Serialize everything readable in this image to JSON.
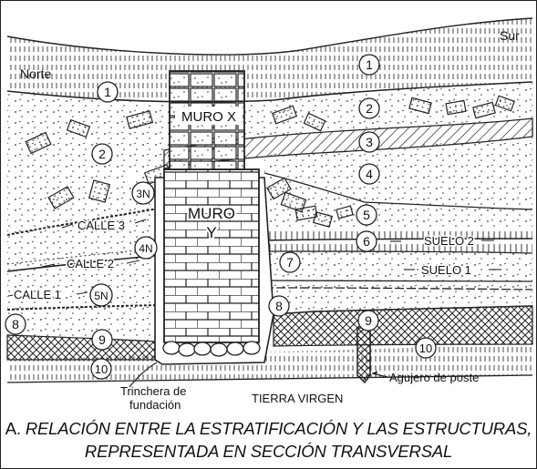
{
  "labels": {
    "north": "Norte",
    "south": "Sur",
    "wall_x": "MURO X",
    "wall_y_1": "MURO",
    "wall_y_2": "Y",
    "street_3": "CALLE 3",
    "street_2": "CALLE 2",
    "street_1": "CALLE 1",
    "floor_2": "SUELO 2",
    "floor_1": "SUELO 1",
    "trench_1": "Trinchera de",
    "trench_2": "fundación",
    "virgin_soil": "TIERRA VIRGEN",
    "posthole": "Agujero de poste"
  },
  "layer_numbers": [
    "1",
    "2",
    "3",
    "3N",
    "4",
    "4N",
    "5",
    "5N",
    "6",
    "7",
    "8",
    "9",
    "10"
  ],
  "caption": {
    "prefix": "A.",
    "line1": "RELACIÓN ENTRE LA ESTRATIFICACIÓN Y LAS ESTRUCTURAS,",
    "line2": "REPRESENTADA EN  SECCIÓN TRANSVERSAL"
  }
}
